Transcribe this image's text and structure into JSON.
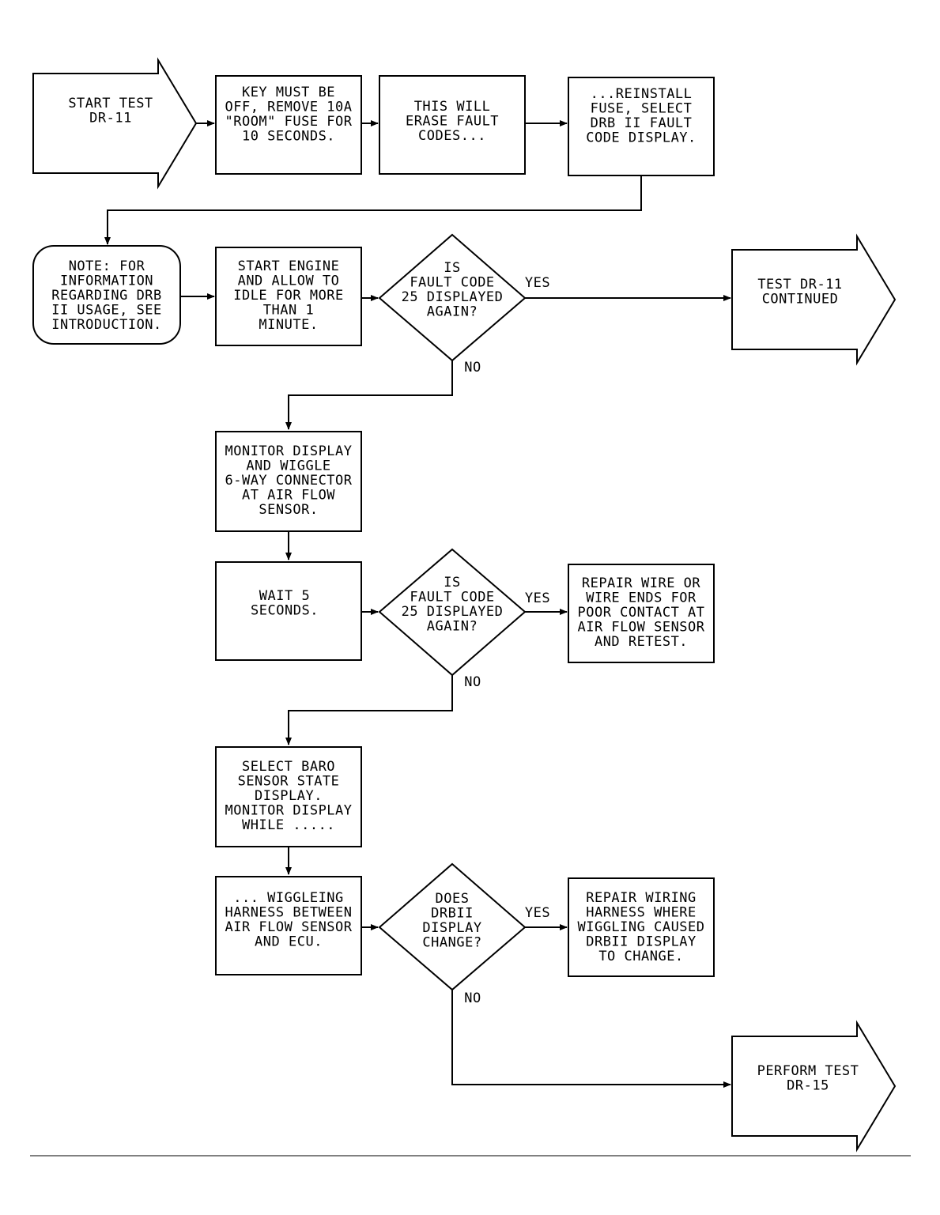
{
  "nodes": {
    "start": [
      "START TEST",
      "DR-11"
    ],
    "key_off": [
      "KEY MUST BE",
      "OFF, REMOVE 10A",
      "\"ROOM\" FUSE FOR",
      "10 SECONDS."
    ],
    "erase": [
      "THIS WILL",
      "ERASE FAULT",
      "CODES..."
    ],
    "reinstall": [
      "...REINSTALL",
      "FUSE, SELECT",
      "DRB II FAULT",
      "CODE DISPLAY."
    ],
    "note": [
      "NOTE: FOR",
      "INFORMATION",
      "REGARDING DRB",
      "II USAGE, SEE",
      "INTRODUCTION."
    ],
    "start_engine": [
      "START ENGINE",
      "AND ALLOW TO",
      "IDLE FOR MORE",
      "THAN 1",
      "MINUTE."
    ],
    "decision1": [
      "IS",
      "FAULT CODE",
      "25 DISPLAYED",
      "AGAIN?"
    ],
    "test_continued": [
      "TEST DR-11",
      "CONTINUED"
    ],
    "monitor": [
      "MONITOR DISPLAY",
      "AND WIGGLE",
      "6-WAY CONNECTOR",
      "AT AIR FLOW",
      "SENSOR."
    ],
    "wait": [
      "WAIT 5",
      "SECONDS."
    ],
    "decision2": [
      "IS",
      "FAULT CODE",
      "25 DISPLAYED",
      "AGAIN?"
    ],
    "repair_wire": [
      "REPAIR WIRE OR",
      "WIRE ENDS FOR",
      "POOR CONTACT AT",
      "AIR FLOW SENSOR",
      "AND RETEST."
    ],
    "select_baro": [
      "SELECT BARO",
      "SENSOR STATE",
      "DISPLAY.",
      "MONITOR DISPLAY",
      "WHILE ....."
    ],
    "wiggle_harness": [
      "... WIGGLEING",
      "HARNESS BETWEEN",
      "AIR FLOW SENSOR",
      "AND ECU."
    ],
    "decision3": [
      "DOES",
      "DRBII",
      "DISPLAY",
      "CHANGE?"
    ],
    "repair_harness": [
      "REPAIR WIRING",
      "HARNESS WHERE",
      "WIGGLING CAUSED",
      "DRBII DISPLAY",
      "TO CHANGE."
    ],
    "perform_test": [
      "PERFORM TEST",
      "DR-15"
    ]
  },
  "edge_labels": {
    "d1_yes": "YES",
    "d1_no": "NO",
    "d2_yes": "YES",
    "d2_no": "NO",
    "d3_yes": "YES",
    "d3_no": "NO"
  }
}
